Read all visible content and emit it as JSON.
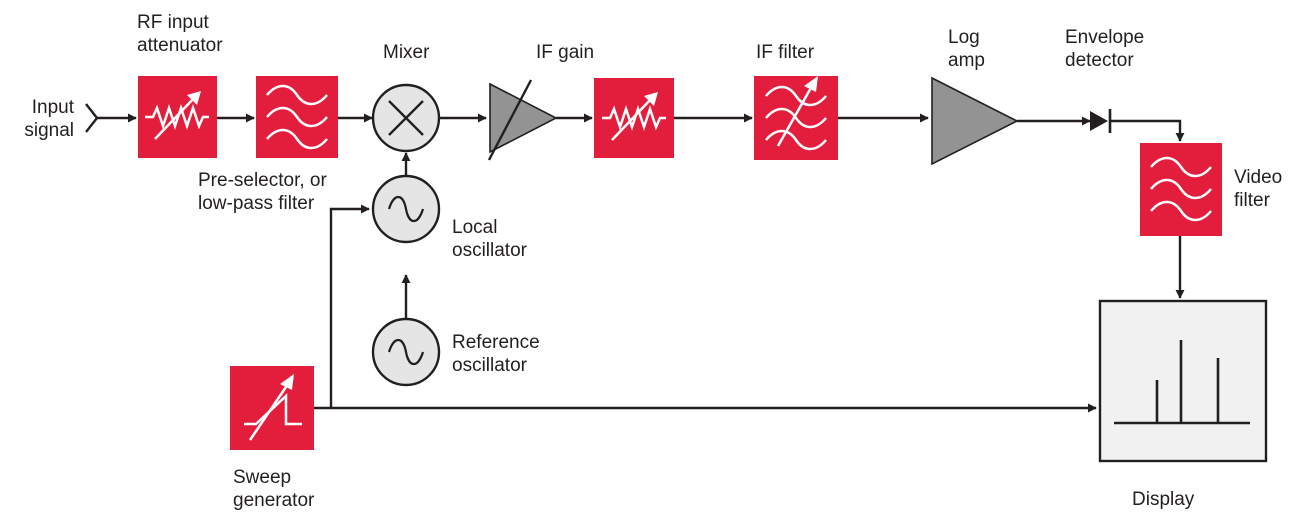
{
  "colors": {
    "block_fill": "#e31d3c",
    "circle_fill": "#e5e5e5",
    "amp_fill": "#939393",
    "line": "#231f20",
    "text": "#231f20"
  },
  "labels": {
    "input_signal": [
      "Input",
      "signal"
    ],
    "rf_attenuator": [
      "RF input",
      "attenuator"
    ],
    "mixer": [
      "Mixer"
    ],
    "if_gain": [
      "IF gain"
    ],
    "if_filter": [
      "IF filter"
    ],
    "log_amp": [
      "Log",
      "amp"
    ],
    "envelope_detector": [
      "Envelope",
      "detector"
    ],
    "pre_selector": [
      "Pre-selector, or",
      "low-pass filter"
    ],
    "local_oscillator": [
      "Local",
      "oscillator"
    ],
    "reference_oscillator": [
      "Reference",
      "oscillator"
    ],
    "video_filter": [
      "Video",
      "filter"
    ],
    "sweep_generator": [
      "Sweep",
      "generator"
    ],
    "display": [
      "Display"
    ]
  },
  "icons": {
    "rf_attenuator": "variable-resistor-icon",
    "pre_selector": "filter-icon",
    "mixer": "mixer-icon",
    "if_gain": "variable-amplifier-icon",
    "if_resistor": "variable-resistor-icon",
    "if_filter": "tunable-filter-icon",
    "log_amp": "amplifier-icon",
    "envelope_detector": "diode-icon",
    "video_filter": "filter-icon",
    "local_oscillator": "sine-wave-icon",
    "reference_oscillator": "sine-wave-icon",
    "sweep_generator": "ramp-icon",
    "display": "spectrum-display-icon"
  }
}
